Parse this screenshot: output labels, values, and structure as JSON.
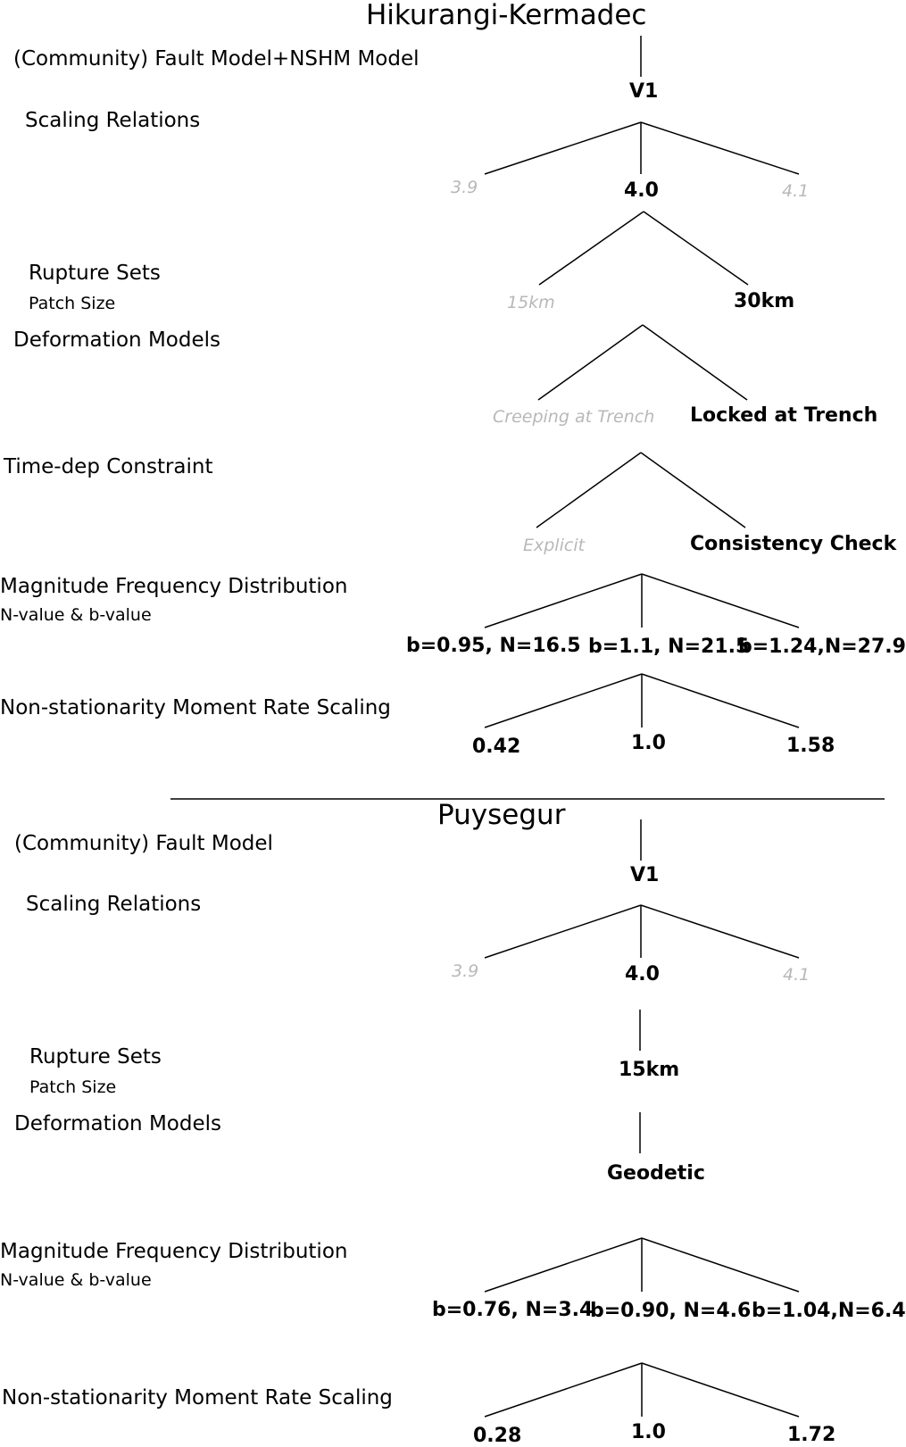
{
  "colors": {
    "line": "#000000",
    "selected": "#000000",
    "alternative": "#b8b8b8",
    "background": "#ffffff"
  },
  "hikurangi": {
    "title": "Hikurangi-Kermadec",
    "labels": {
      "fault_model": "(Community) Fault Model+NSHM Model",
      "scaling": "Scaling Relations",
      "rupture": "Rupture Sets",
      "rupture_sub": "Patch Size",
      "deformation": "Deformation Models",
      "timedep": "Time-dep Constraint",
      "mfd": "Magnitude Frequency Distribution",
      "mfd_sub": "N-value & b-value",
      "nonstat": "Non-stationarity Moment Rate Scaling"
    },
    "nodes": {
      "fault": "V1",
      "scaling": [
        "3.9",
        "4.0",
        "4.1"
      ],
      "patch": [
        "15km",
        "30km"
      ],
      "deformation": [
        "Creeping at Trench",
        "Locked at Trench"
      ],
      "timedep": [
        "Explicit",
        "Consistency Check"
      ],
      "mfd": [
        "b=0.95, N=16.5",
        "b=1.1, N=21.5",
        "b=1.24,N=27.9"
      ],
      "nonstat": [
        "0.42",
        "1.0",
        "1.58"
      ]
    }
  },
  "puysegur": {
    "title": "Puysegur",
    "labels": {
      "fault_model": "(Community) Fault Model",
      "scaling": "Scaling Relations",
      "rupture": "Rupture Sets",
      "rupture_sub": "Patch Size",
      "deformation": "Deformation Models",
      "mfd": "Magnitude Frequency Distribution",
      "mfd_sub": "N-value & b-value",
      "nonstat": "Non-stationarity Moment Rate Scaling"
    },
    "nodes": {
      "fault": "V1",
      "scaling": [
        "3.9",
        "4.0",
        "4.1"
      ],
      "patch": "15km",
      "deformation": "Geodetic",
      "mfd": [
        "b=0.76, N=3.4",
        "b=0.90, N=4.6",
        "b=1.04,N=6.4"
      ],
      "nonstat": [
        "0.28",
        "1.0",
        "1.72"
      ]
    }
  }
}
